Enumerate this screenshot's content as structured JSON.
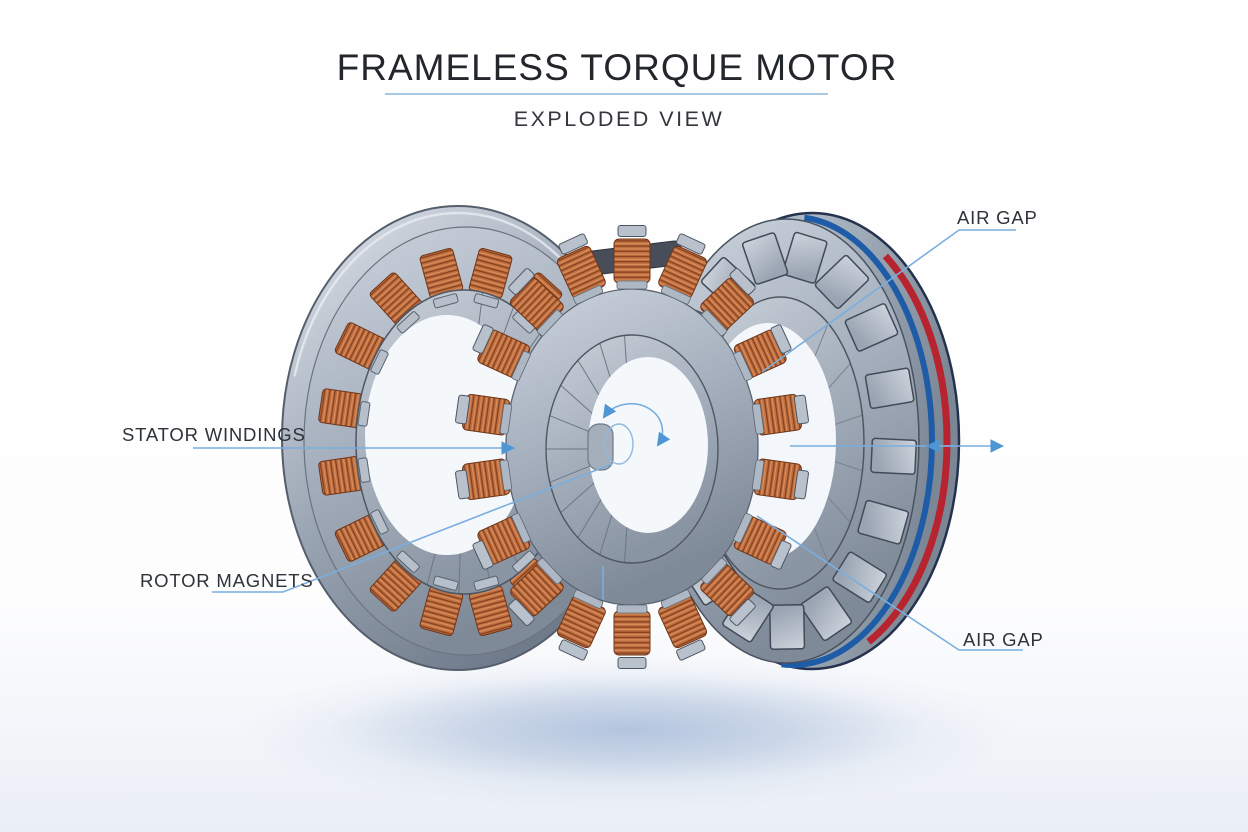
{
  "header": {
    "title": "FRAMELESS TORQUE MOTOR",
    "subtitle": "EXPLODED VIEW"
  },
  "callouts": {
    "stator_windings": "STATOR WINDINGS",
    "rotor_magnets": "ROTOR MAGNETS",
    "air_gap_top": "AIR GAP",
    "air_gap_bottom": "AIR GAP"
  },
  "colors": {
    "copper": "#c06f3e",
    "copper_dark": "#8a4424",
    "copper_light": "#de9765",
    "steel_light": "#d7dde5",
    "steel": "#a8b2c0",
    "steel_dark": "#5d6674",
    "magnet_tile": "#bac3cf",
    "stripe_blue": "#1e5ca8",
    "stripe_red": "#b7232f",
    "rim_edge_navy": "#25324e",
    "leader_blue": "#79aede",
    "arrow_blue": "#4f97d4",
    "title_underline": "#a9c9e2",
    "text": "#2e3339",
    "shadow": "#b3c4dd",
    "background": "#ffffff"
  }
}
